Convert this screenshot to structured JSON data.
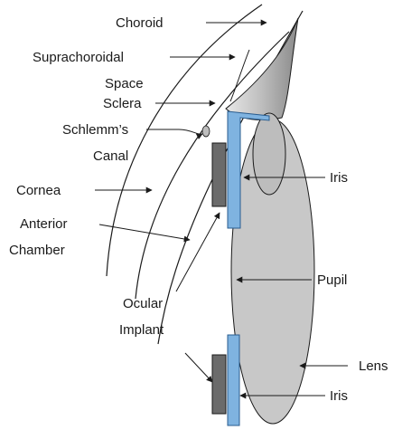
{
  "labels": {
    "choroid": "Choroid",
    "suprachoroidal_1": "Suprachoroidal",
    "suprachoroidal_2": "Space",
    "sclera": "Sclera",
    "schlemm_1": "Schlemm’s",
    "schlemm_2": "Canal",
    "cornea": "Cornea",
    "anterior_1": "Anterior",
    "anterior_2": "Chamber",
    "iris_top": "Iris",
    "pupil": "Pupil",
    "ocular_1": "Ocular",
    "ocular_2": "Implant",
    "lens": "Lens",
    "iris_bottom": "Iris"
  },
  "colors": {
    "implant_blue": "#7fb3e0",
    "implant_outline": "#2a5d8f",
    "dark_block": "#6b6b6b",
    "lens_fill": "#c8c8c8",
    "ciliary_gray": "#b3b3b3",
    "line": "#1a1a1a"
  }
}
